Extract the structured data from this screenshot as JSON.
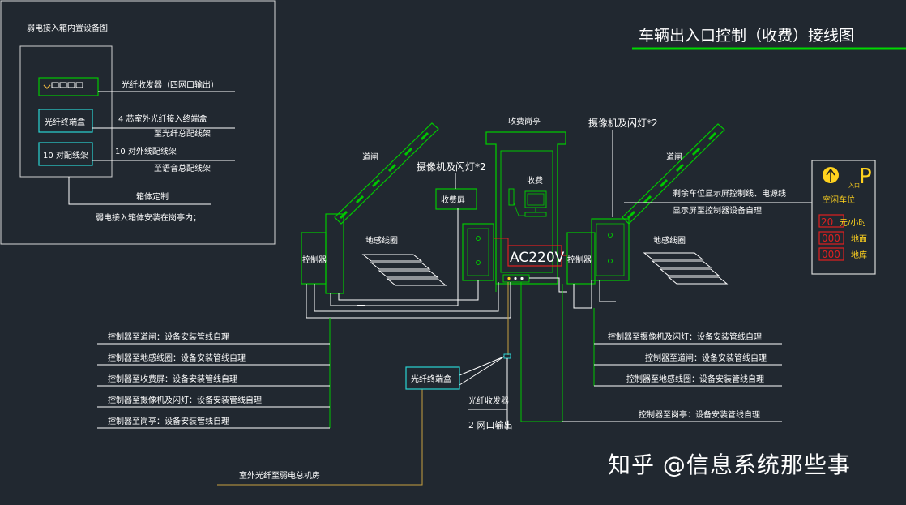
{
  "title": "车辆出入口控制（收费）接线图",
  "inset": {
    "title": "弱电接入箱内置设备图",
    "switch_label": "光纤收发器（四网口输出）",
    "fiber_box": "光纤终端盒",
    "fiber_note_1": "4 芯室外光纤接入终端盒",
    "fiber_note_2": "至光纤总配线架",
    "patch_panel": "10 对配线架",
    "patch_note_1": "10 对外线配线架",
    "patch_note_2": "至语音总配线架",
    "cabinet_note": "箱体定制",
    "install_note": "弱电接入箱体安装在岗亭内；"
  },
  "booth": {
    "title": "收费岗亭",
    "pc_label": "收费",
    "power": "AC220V",
    "toll_screen": "收费屏"
  },
  "left_lane": {
    "barrier": "道闸",
    "camera": "摄像机及闪灯*2",
    "controller": "控制器",
    "loop": "地感线圈"
  },
  "right_lane": {
    "barrier": "道闸",
    "camera": "摄像机及闪灯*2",
    "controller": "控制器",
    "loop": "地感线圈",
    "display_note_1": "剩余车位显示屏控制线、电源线",
    "display_note_2": "显示屏至控制器设备自理"
  },
  "display": {
    "label": "空闲车位",
    "entry": "入口",
    "p": "P",
    "rows": [
      {
        "value": "20",
        "unit": "元/小时"
      },
      {
        "value": "000",
        "unit": "地面"
      },
      {
        "value": "000",
        "unit": "地库"
      }
    ]
  },
  "left_notes": [
    "控制器至道闸：设备安装管线自理",
    "控制器至地感线圈：设备安装管线自理",
    "控制器至收费屏：设备安装管线自理",
    "控制器至摄像机及闪灯：设备安装管线自理",
    "控制器至岗亭：设备安装管线自理"
  ],
  "right_notes": [
    "控制器至摄像机及闪灯：设备安装管线自理",
    "控制器至道闸：设备安装管线自理",
    "控制器至地感线圈：设备安装管线自理",
    "控制器至岗亭：设备安装管线自理"
  ],
  "bottom": {
    "fiber_box": "光纤终端盒",
    "transceiver": "光纤收发器",
    "output": "2 网口输出",
    "fiber_note": "室外光纤至弱电总机房"
  },
  "watermark": "知乎 @信息系统那些事",
  "colors": {
    "background": "#212830",
    "line": "#ffffff",
    "equipment": "#00c800",
    "cyan": "#2ad4d4",
    "red": "#e02020",
    "yellow": "#ffd21e",
    "orange": "#c8a040"
  }
}
